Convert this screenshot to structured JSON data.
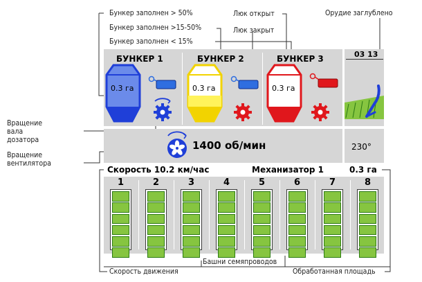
{
  "colors": {
    "panel": "#d6d6d6",
    "bunker1": "#1f3fd8",
    "bunker1_fill": "#6b8bea",
    "bunker2": "#f2d300",
    "bunker2_fill": "#fff35a",
    "bunker3": "#e0171c",
    "bunker3_fill": "#ffffff",
    "seed_segment": "#86c540",
    "hatch_blue": "#2f6ee0",
    "hatch_red": "#e0171c"
  },
  "callouts": {
    "bunker_full_50": "Бункер заполнен > 50%",
    "bunker_full_15_50": "Бункер заполнен >15-50%",
    "bunker_full_lt15": "Бункер заполнен < 15%",
    "hatch_open": "Люк открыт",
    "hatch_closed": "Люк закрыт",
    "implement_lowered": "Орудие заглублено",
    "dosing_shaft_rotation": "Вращение вала дозатора",
    "fan_rotation": "Вращение вентилятора",
    "speed": "Скорость движения",
    "seed_towers": "Башни семяпроводов",
    "processed_area": "Обработанная площадь"
  },
  "bunkers": [
    {
      "title": "БУНКЕР 1",
      "area": "0.3 га",
      "level": 1.0,
      "hatch": "closed"
    },
    {
      "title": "БУНКЕР 2",
      "area": "0.3 га",
      "level": 0.5,
      "hatch": "closed"
    },
    {
      "title": "БУНКЕР 3",
      "area": "0.3 га",
      "level": 0.12,
      "hatch": "open"
    }
  ],
  "implement": {
    "time": "03 13",
    "angle": "230°"
  },
  "fan": {
    "rpm": "1400 об/мин"
  },
  "status": {
    "speed": "Скорость 10.2 км/час",
    "operator": "Механизатор 1",
    "area": "0.3 га"
  },
  "towers": [
    {
      "number": "1",
      "segments": 6
    },
    {
      "number": "2",
      "segments": 6
    },
    {
      "number": "3",
      "segments": 6
    },
    {
      "number": "4",
      "segments": 6
    },
    {
      "number": "5",
      "segments": 6
    },
    {
      "number": "6",
      "segments": 6
    },
    {
      "number": "7",
      "segments": 6
    },
    {
      "number": "8",
      "segments": 6
    }
  ]
}
